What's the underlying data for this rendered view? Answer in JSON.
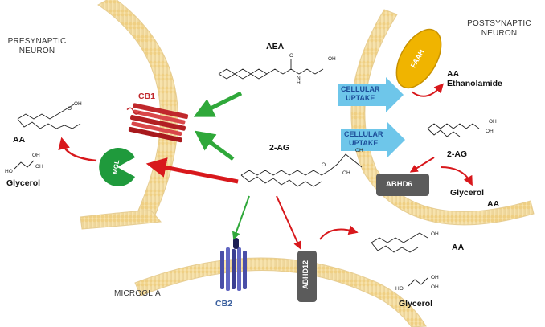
{
  "regions": {
    "presynaptic": "PRESYNAPTIC\nNEURON",
    "postsynaptic": "POSTSYNAPTIC\nNEURON",
    "microglia": "MICROGLIA"
  },
  "receptors": {
    "cb1": "CB1",
    "cb2": "CB2"
  },
  "enzymes": {
    "mgl": "MGL",
    "faah": "FAAH",
    "abhd6": "ABHD6",
    "abhd12": "ABHD12"
  },
  "transport": {
    "uptake_top": "CELLULAR\nUPTAKE",
    "uptake_bottom": "CELLULAR\nUPTAKE"
  },
  "molecules": {
    "aea": "AEA",
    "two_ag_center": "2-AG",
    "two_ag_post": "2-AG",
    "aa_pre": "AA",
    "glycerol_pre": "Glycerol",
    "aa_ethanolamide": "AA\nEthanolamide",
    "glycerol_post": "Glycerol",
    "aa_post": "AA",
    "aa_micro": "AA",
    "glycerol_micro": "Glycerol"
  },
  "atoms": {
    "oh": "OH",
    "o": "O",
    "h": "H",
    "n": "N",
    "ho": "HO"
  },
  "colors": {
    "membrane_fill": "#f5dfa4",
    "membrane_line": "#d9b871",
    "cb1": "#c0282c",
    "cb2": "#4a4fa8",
    "mgl": "#1f9a3c",
    "faah": "#f0b400",
    "abhd": "#5b5b5b",
    "uptake": "#6ec6ea",
    "arrow_green": "#2fa83a",
    "arrow_red": "#d8181c"
  }
}
